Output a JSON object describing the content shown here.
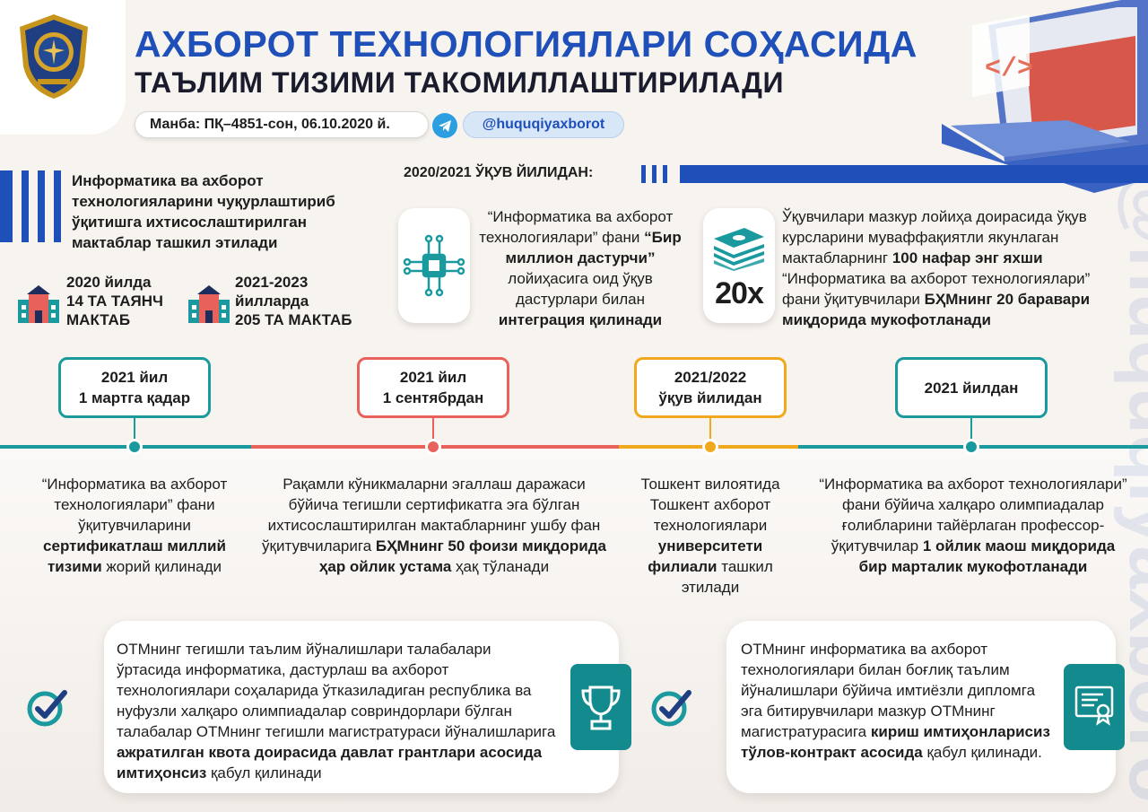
{
  "header": {
    "title_line1": "АХБОРОТ ТЕХНОЛОГИЯЛАРИ СОҲАСИДА",
    "title_line2": "ТАЪЛИМ ТИЗИМИ ТАКОМИЛЛАШТИРИЛАДИ",
    "source": "Манба: ПҚ–4851-сон, 06.10.2020 й.",
    "handle": "@huquqiyaxborot"
  },
  "intro": {
    "text": "Информатика ва ахборот технологияларини чуқурлаштириб ўқитишга ихтисослаштирилган мактаблар ташкил этилади",
    "schools": [
      {
        "year": "2020 йилда",
        "big": "14 ТА ТАЯНЧ МАКТАБ"
      },
      {
        "year": "2021-2023 йилларда",
        "big": "205 ТА МАКТАБ"
      }
    ]
  },
  "year_section": {
    "heading": "2020/2021 ЎҚУВ ЙИЛИДАН:",
    "item1": {
      "pre": "“Информатика ва ахборот технологиялари” фани ",
      "bold": "“Бир миллион дастурчи”",
      "mid": " лойиҳасига оид ўқув дастурлари билан ",
      "bold2": "интеграция қилинади"
    },
    "item2": {
      "badge": "20x",
      "pre": "Ўқувчилари мазкур лойиҳа доирасида ўқув курсларини муваффақиятли якунлаган мактабларнинг ",
      "bold": "100 нафар энг яхши",
      "mid": " “Информатика ва ахборот технологиялари” фани ўқитувчилари ",
      "bold2": "БҲМнинг 20 баравари миқдорида мукофотланади"
    }
  },
  "timeline": [
    {
      "date": "2021 йил 1 мартга қадар",
      "date_l1": "2021 йил",
      "date_l2": "1 мартга қадар",
      "color": "#1a9a9f",
      "pre": "“Информатика ва ахборот технологиялари” фани ўқитувчиларини ",
      "bold": "сертификатлаш миллий тизими",
      "post": " жорий қилинади"
    },
    {
      "date_l1": "2021 йил",
      "date_l2": "1 сентябрдан",
      "color": "#e8625b",
      "pre": "Рақамли кўникмаларни эгаллаш даражаси бўйича тегишли сертификатга эга бўлган ихтисослаштирилган мактабларнинг ушбу фан ўқитувчиларига ",
      "bold": "БҲМнинг 50 фоизи миқдорида ҳар ойлик устама",
      "post": " ҳақ тўланади"
    },
    {
      "date_l1": "2021/2022",
      "date_l2": "ўқув йилидан",
      "color": "#f0a81c",
      "pre": "Тошкент вилоятида Тошкент ахборот технологиялари ",
      "bold": "университети филиали",
      "post": " ташкил этилади"
    },
    {
      "date_l1": "2021 йилдан",
      "date_l2": "",
      "color": "#1a9a9f",
      "pre": "“Информатика ва ахборот технологиялари” фани бўйича халқаро олимпиадалар ғолибларини тайёрлаган профессор-ўқитувчилар ",
      "bold": "1 ойлик маош миқдорида бир марталик мукофотланади",
      "post": ""
    }
  ],
  "bottom_cards": [
    {
      "pre": "ОТМнинг тегишли таълим йўналишлари талабалари ўртасида информатика, дастурлаш ва ахборот технологиялари соҳаларида ўтказиладиган республика ва нуфузли халқаро олимпиадалар совриндорлари бўлган талабалар ОТМнинг тегишли магистратураси йўналишларига ",
      "bold": "ажратилган квота доирасида давлат грантлари асосида имтиҳонсиз",
      "post": " қабул қилинади",
      "icon": "trophy-icon"
    },
    {
      "pre": "ОТМнинг информатика ва ахборот технологиялари билан боғлиқ таълим йўналишлари бўйича имтиёзли диплом­га эга битирувчилари мазкур ОТМнинг магистратурасига ",
      "bold": "кириш имтиҳонларисиз тўлов-контракт асосида",
      "post": " қабул қилинади.",
      "icon": "certificate-icon"
    }
  ],
  "colors": {
    "primary_blue": "#1f4fb8",
    "teal": "#1a9a9f",
    "coral": "#e8625b",
    "amber": "#f0a81c",
    "tab_teal": "#138a8e"
  },
  "watermark": "@huquqiyaxborot"
}
